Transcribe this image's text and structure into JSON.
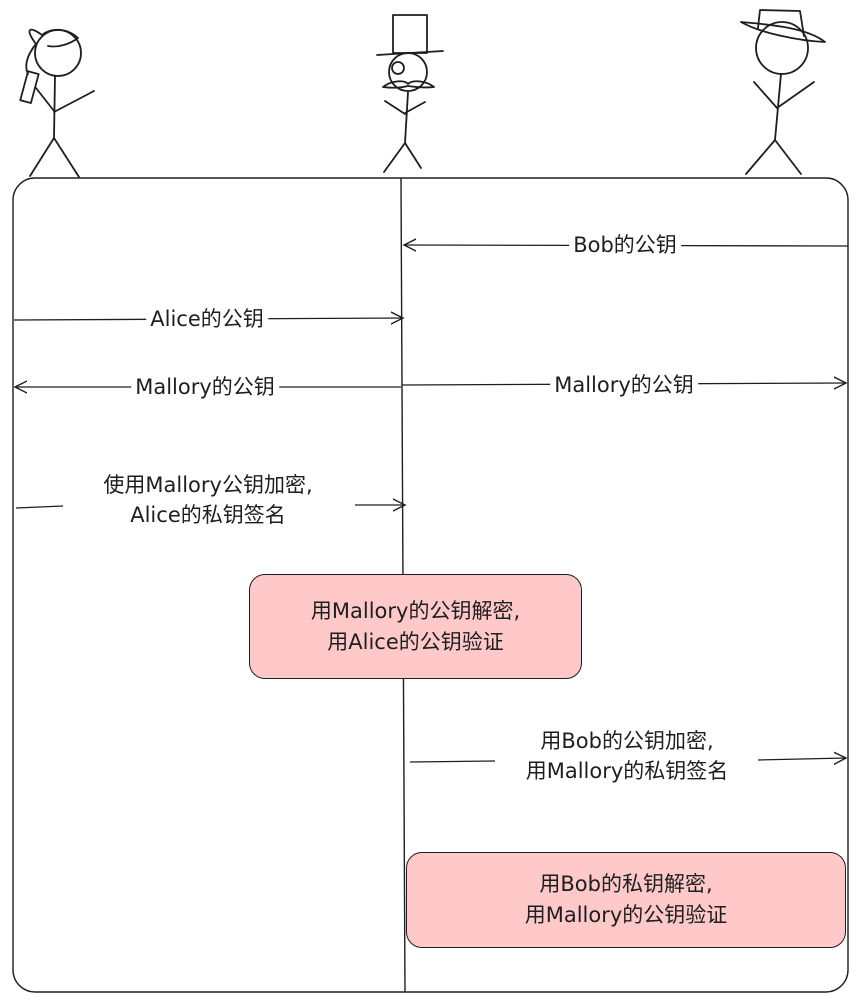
{
  "messages": {
    "m1": "Bob的公钥",
    "m2": "Alice的公钥",
    "m3_left": "Mallory的公钥",
    "m3_right": "Mallory的公钥",
    "m4_line1": "使用Mallory公钥加密,",
    "m4_line2": "Alice的私钥签名",
    "m5_line1": "用Bob的公钥加密,",
    "m5_line2": "用Mallory的私钥签名"
  },
  "process_boxes": {
    "mallory_box_line1": "用Mallory的公钥解密,",
    "mallory_box_line2": "用Alice的公钥验证",
    "bob_box_line1": "用Bob的私钥解密,",
    "bob_box_line2": "用Mallory的公钥验证"
  },
  "colors": {
    "stroke": "#1e1e1e",
    "box_fill": "#ffc9c9"
  },
  "icons": {
    "left_person": "woman-stick-figure-icon",
    "middle_person": "top-hat-mustache-stick-figure-icon",
    "right_person": "hat-stick-figure-icon"
  }
}
